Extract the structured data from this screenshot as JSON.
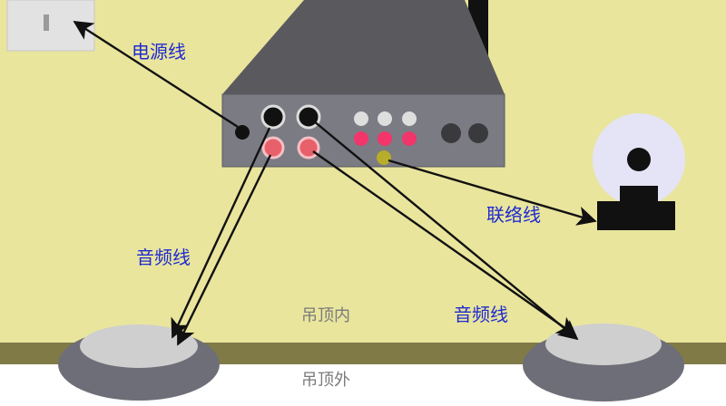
{
  "labels": {
    "power_cable": "电源线",
    "audio_cable_left": "音频线",
    "audio_cable_right": "音频线",
    "link_cable": "联络线",
    "ceiling_inside": "吊顶内",
    "ceiling_outside": "吊顶外"
  },
  "colors": {
    "wall": "#e9e59d",
    "ceiling_band": "#807a47",
    "device_body": "#7a7a82",
    "device_top": "#5a5a5e",
    "label_blue": "#1f2bd1",
    "label_gray": "#7a7a7a",
    "xlr_ring": "#e8606a",
    "rca_white": "#dedede",
    "rca_pink": "#f2356b",
    "link_port": "#b8ad2a",
    "speaker_outer": "#6e6e78",
    "speaker_inner": "#cfcfcf",
    "camera_dish": "#e4e4f6"
  },
  "icons": {
    "wall_outlet": "power-outlet-icon",
    "device": "mixer-host-device",
    "camera": "camera-icon",
    "speaker_left": "ceiling-speaker-icon",
    "speaker_right": "ceiling-speaker-icon",
    "antenna": "antenna-icon"
  }
}
